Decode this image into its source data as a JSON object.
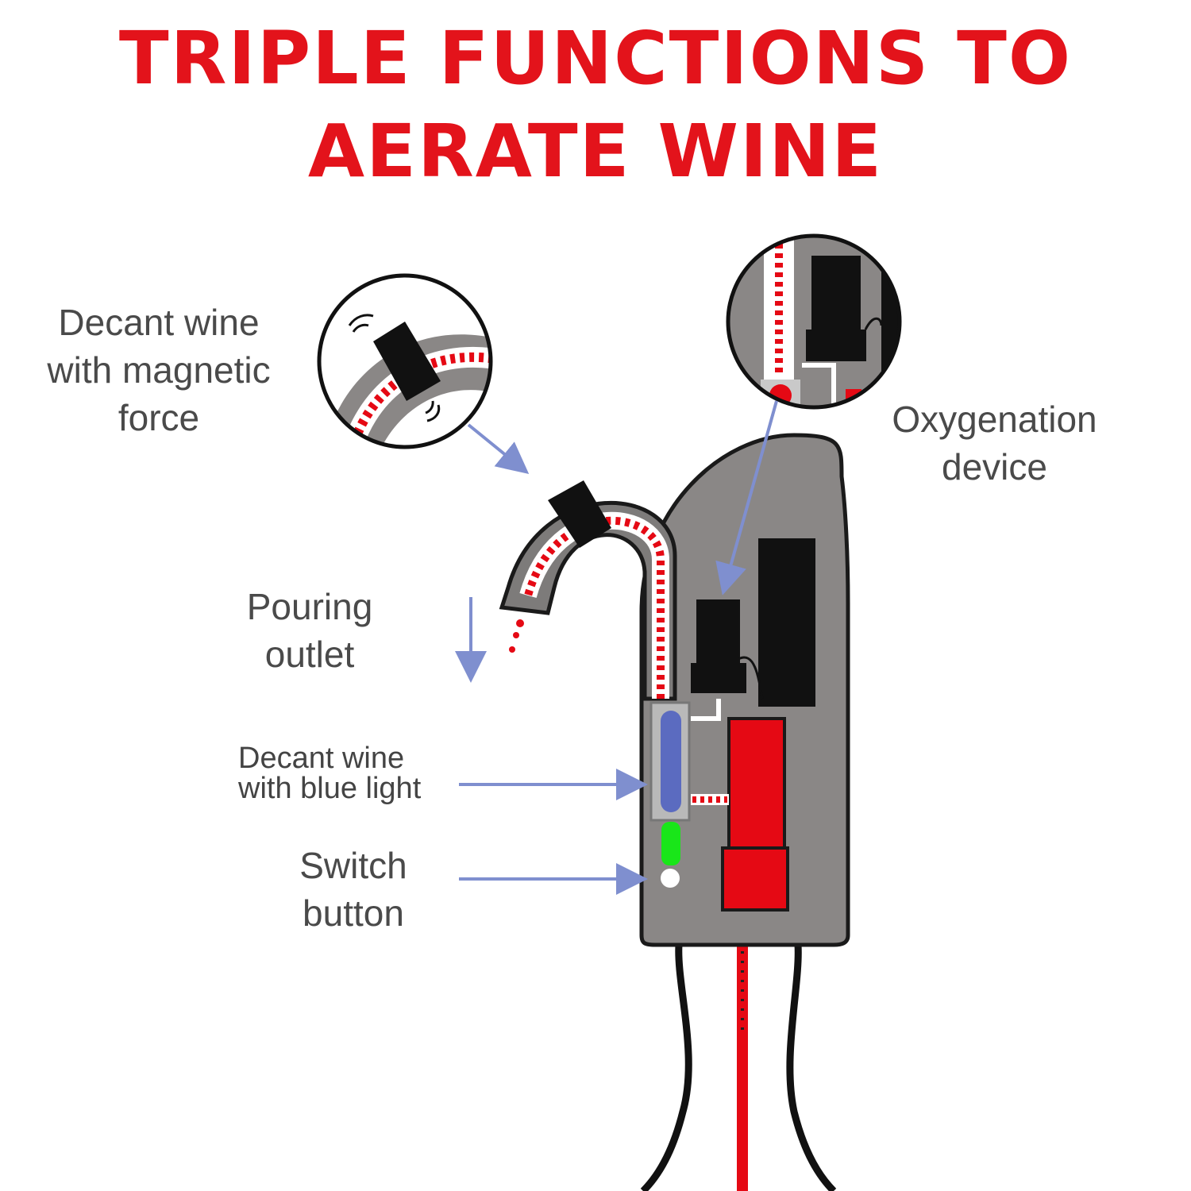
{
  "title": {
    "line1": "TRIPLE FUNCTIONS TO",
    "line2": "AERATE WINE"
  },
  "labels": {
    "magnetic": [
      "Decant wine",
      "with magnetic",
      "force"
    ],
    "oxygenation": [
      "Oxygenation",
      "device"
    ],
    "pouring": [
      "Pouring",
      "outlet"
    ],
    "blue_light": [
      "Decant wine",
      "with blue light"
    ],
    "switch": [
      "Switch",
      "button"
    ]
  },
  "colors": {
    "title": "#e3131b",
    "body": "#8a8786",
    "wine": "#e50914",
    "arrow": "#7f8fcf",
    "blue_light": "#5b6bc0",
    "green_light": "#19e619"
  }
}
